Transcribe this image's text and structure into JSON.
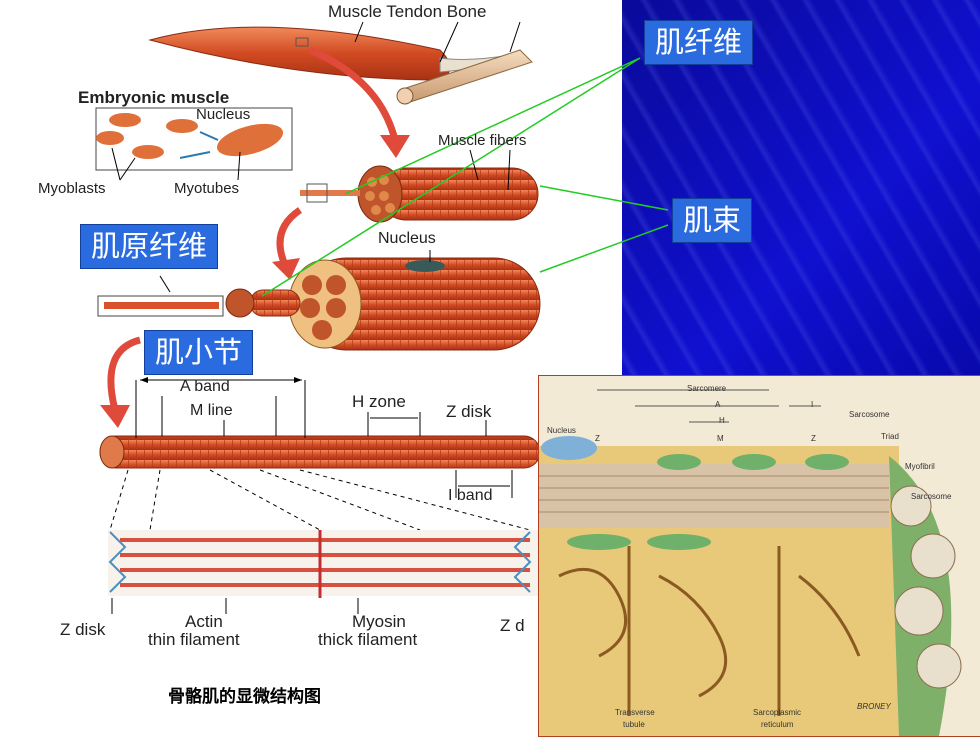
{
  "labels": {
    "muscle_tendon_bone": "Muscle Tendon Bone",
    "embryonic_muscle": "Embryonic muscle",
    "nucleus_top": "Nucleus",
    "myoblasts": "Myoblasts",
    "myotubes": "Myotubes",
    "muscle_fibers": "Muscle fibers",
    "nucleus_mid": "Nucleus",
    "a_band": "A band",
    "m_line": "M line",
    "h_zone": "H zone",
    "z_disk_top": "Z disk",
    "i_band": "I band",
    "z_disk_left": "Z disk",
    "z_disk_right": "Z d",
    "actin": "Actin",
    "thin_filament": "thin filament",
    "myosin": "Myosin",
    "thick_filament": "thick filament"
  },
  "callouts": {
    "muscle_fiber_cn": "肌纤维",
    "fascicle_cn": "肌束",
    "myofibril_cn": "肌原纤维",
    "sarcomere_cn": "肌小节"
  },
  "caption": "骨骼肌的显微结构图",
  "inset": {
    "sarcomere": "Sarcomere",
    "a": "A",
    "i": "I",
    "h": "H",
    "m": "M",
    "z1": "Z",
    "z2": "Z",
    "nucleus": "Nucleus",
    "sarcosome_top": "Sarcosome",
    "triad": "Triad",
    "myofibril": "Myofibril",
    "sarcosome_right": "Sarcosome",
    "transverse": "Transverse",
    "tubule": "tubule",
    "sarcoplasmic": "Sarcoplasmic",
    "reticulum": "reticulum",
    "signature": "BRONEY"
  },
  "colors": {
    "callout_bg": "#2b6be0",
    "pointer_green": "#22cc22",
    "muscle_red": "#d9502a",
    "arrow_red": "#e04a3a"
  }
}
